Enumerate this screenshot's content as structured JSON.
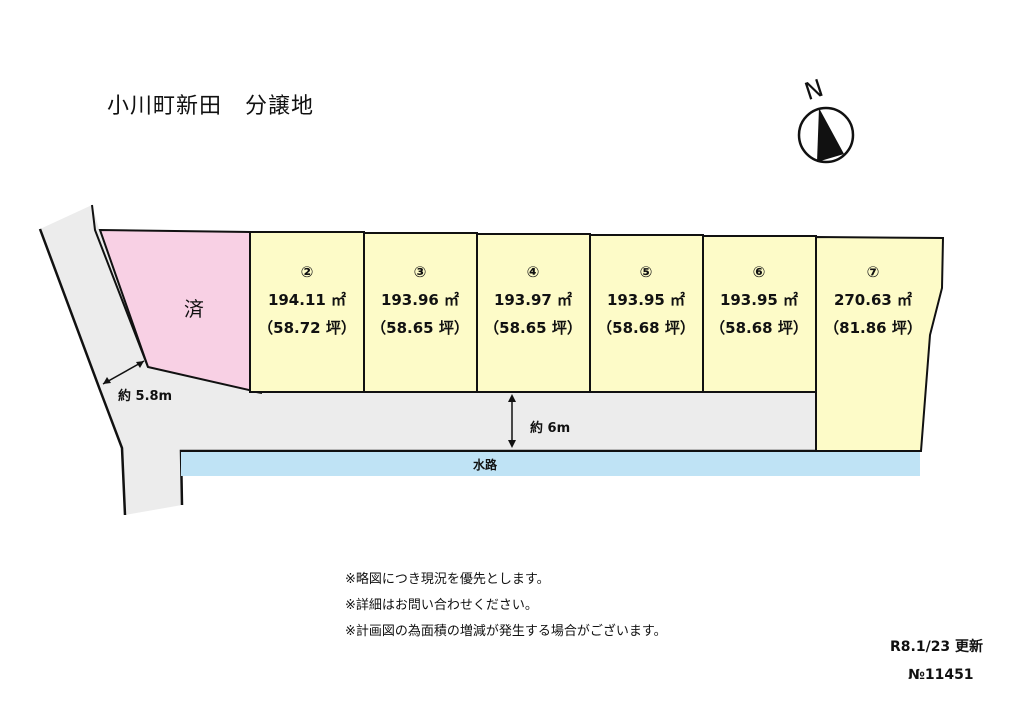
{
  "title": "小川町新田　分譲地",
  "compass": {
    "label": "N"
  },
  "lots": [
    {
      "status": "済",
      "color": "#f8d0e4"
    },
    {
      "no": "②",
      "area_m2": "194.11 ㎡",
      "area_tsubo": "（58.72 坪）",
      "color": "#fdfbc8"
    },
    {
      "no": "③",
      "area_m2": "193.96 ㎡",
      "area_tsubo": "（58.65 坪）",
      "color": "#fdfbc8"
    },
    {
      "no": "④",
      "area_m2": "193.97 ㎡",
      "area_tsubo": "（58.65 坪）",
      "color": "#fdfbc8"
    },
    {
      "no": "⑤",
      "area_m2": "193.95 ㎡",
      "area_tsubo": "（58.68 坪）",
      "color": "#fdfbc8"
    },
    {
      "no": "⑥",
      "area_m2": "193.95 ㎡",
      "area_tsubo": "（58.68 坪）",
      "color": "#fdfbc8"
    },
    {
      "no": "⑦",
      "area_m2": "270.63 ㎡",
      "area_tsubo": "（81.86 坪）",
      "color": "#fdfbc8"
    }
  ],
  "roads": {
    "left_width": "約 5.8m",
    "main_width": "約 6m",
    "road_color": "#ececec"
  },
  "waterway": {
    "label": "水路",
    "color": "#bfe3f5"
  },
  "notes": [
    "※略図につき現況を優先とします。",
    "※詳細はお問い合わせください。",
    "※計画図の為面積の増減が発生する場合がございます。"
  ],
  "updated": "R8.1/23 更新",
  "number": "№11451"
}
